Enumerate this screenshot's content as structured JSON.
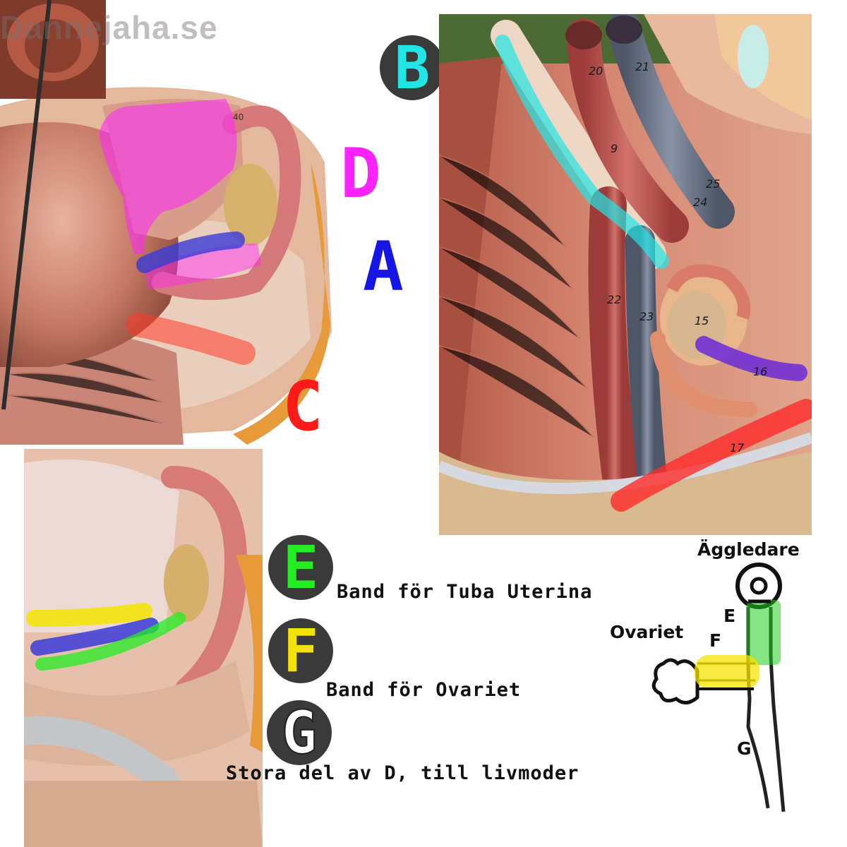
{
  "watermark": "Dannejaha.se",
  "top_labels": {
    "b": "B",
    "d": "D",
    "a": "A",
    "c": "C"
  },
  "legend": [
    {
      "letter": "E",
      "text": "Band för Tuba Uterina",
      "color": "#22ee22"
    },
    {
      "letter": "F",
      "text": "Band för Ovariet",
      "color": "#f4e300"
    },
    {
      "letter": "G",
      "text": "Stora del av D, till livmoder",
      "color": "#ffffff"
    }
  ],
  "sketch": {
    "top_label": "Äggledare",
    "left_label": "Ovariet",
    "e": "E",
    "f": "F",
    "g": "G"
  },
  "model_numbers": [
    "20",
    "21",
    "9",
    "25",
    "24",
    "22",
    "23",
    "15",
    "16",
    "17",
    "40"
  ],
  "colors": {
    "b": "#22e5e5",
    "d": "#ff22ff",
    "a": "#1515e6",
    "c": "#ff1a1a",
    "e": "#22ee22",
    "f": "#f4e300",
    "g": "#ffffff"
  }
}
